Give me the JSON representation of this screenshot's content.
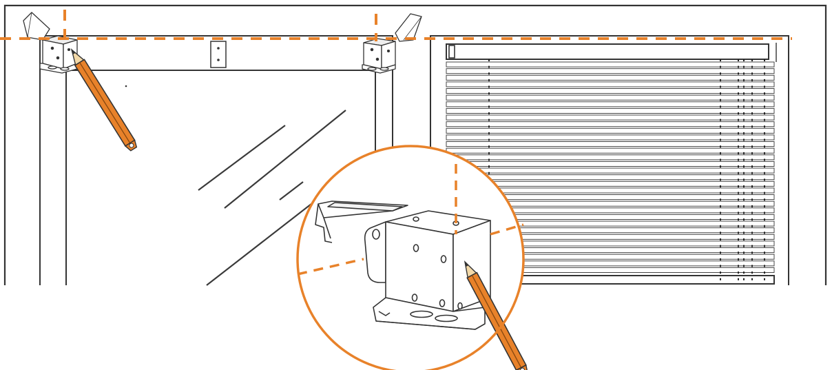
{
  "diagram": {
    "subject": "blind-bracket-mounting-illustration",
    "accent_color": "#E8822A",
    "line_color": "#3a3a3a",
    "pencil_body_color": "#E8822A",
    "pencil_tip_color": "#F3D9A8",
    "icons": [
      "pencil-icon",
      "mounting-bracket-icon",
      "window-frame",
      "venetian-blind",
      "magnifier-callout"
    ],
    "counts": {
      "brackets": 2,
      "pencils": 2,
      "blind_slats": 32
    }
  }
}
